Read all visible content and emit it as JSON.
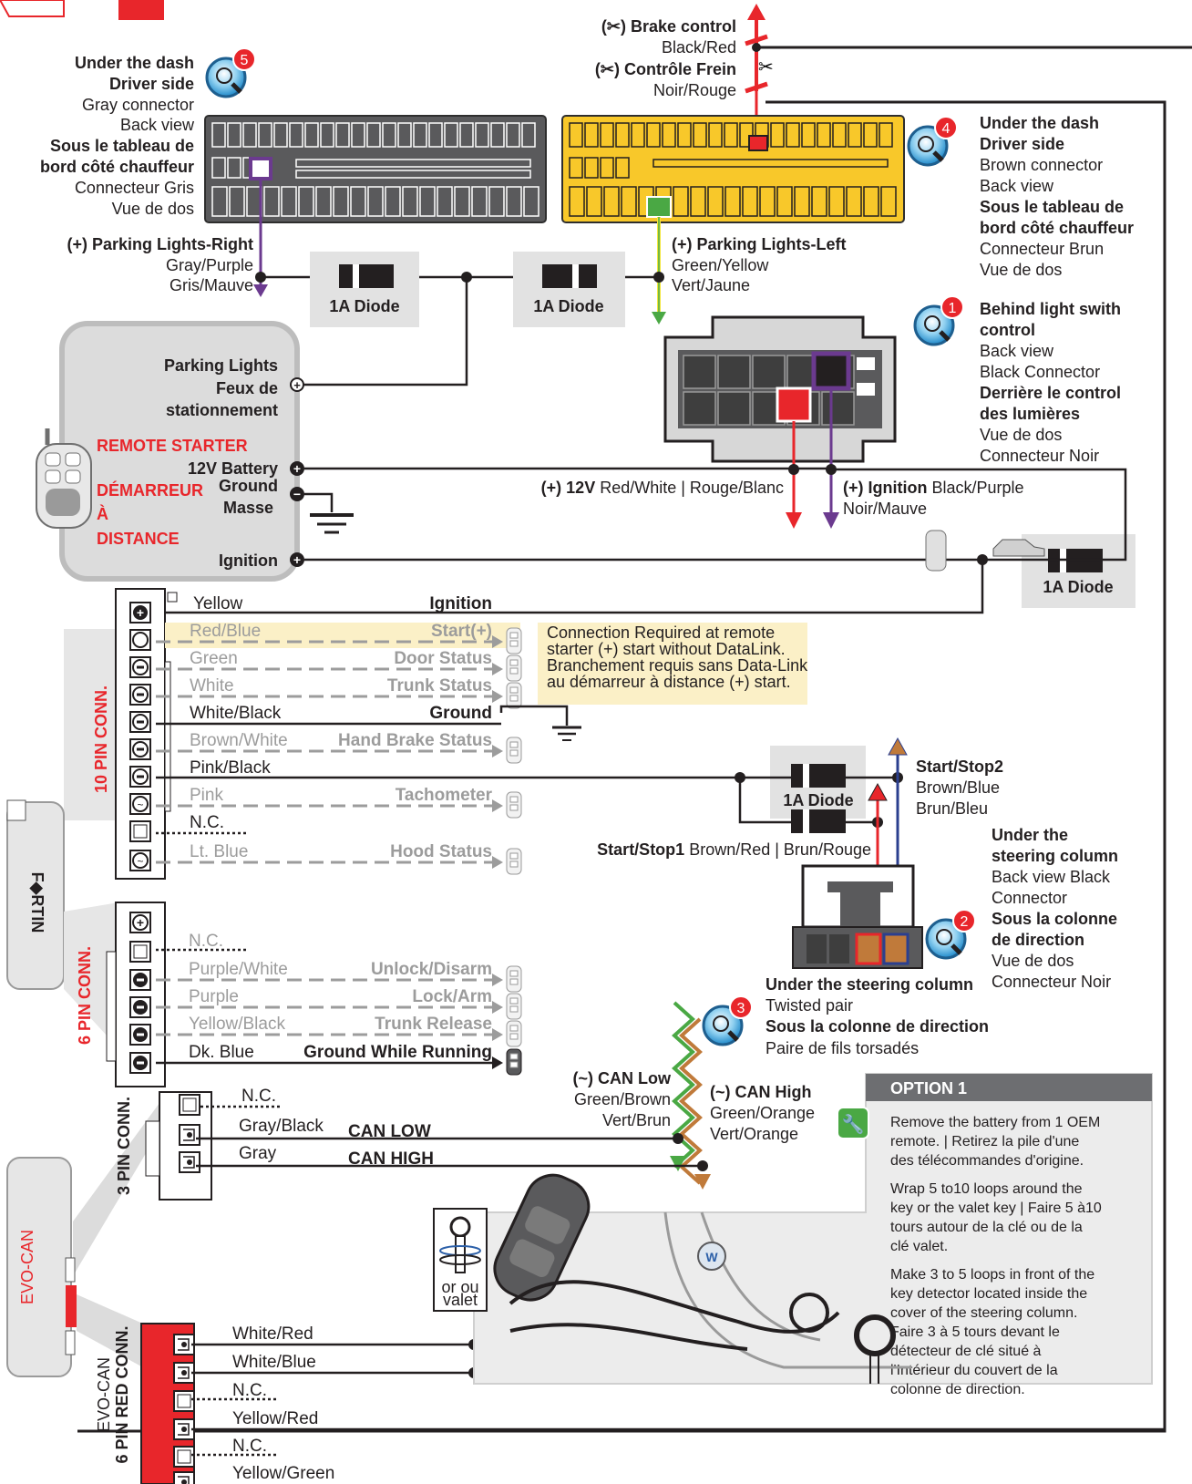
{
  "brake": {
    "l1": "(✂) Brake control",
    "l2": "Black/Red",
    "l3": "(✂) Contrôle Frein",
    "l4": "Noir/Rouge"
  },
  "loc5": {
    "num": "5",
    "l1": "Under the dash",
    "l2": "Driver side",
    "l3": "Gray connector",
    "l4": "Back view",
    "l5": "Sous le tableau de",
    "l6": "bord côté chauffeur",
    "l7": "Connecteur Gris",
    "l8": "Vue de dos"
  },
  "loc4": {
    "num": "4",
    "l1": "Under the dash",
    "l2": "Driver side",
    "l3": "Brown connector",
    "l4": "Back view",
    "l5": "Sous le tableau de",
    "l6": "bord côté chauffeur",
    "l7": "Connecteur Brun",
    "l8": "Vue de dos"
  },
  "loc1": {
    "num": "1",
    "l1": "Behind light swith",
    "l2": "control",
    "l3": "Back view",
    "l4": "Black Connector",
    "l5": "Derrière le control",
    "l6": "des lumières",
    "l7": "Vue de dos",
    "l8": "Connecteur Noir"
  },
  "loc2": {
    "num": "2",
    "l1": "Under the",
    "l2": "steering column",
    "l3": "Back view Black",
    "l4": "Connector",
    "l5": "Sous la colonne",
    "l6": "de direction",
    "l7": "Vue de dos",
    "l8": "Connecteur Noir"
  },
  "loc3": {
    "num": "3",
    "l1": "Under the steering column",
    "l2": "Twisted pair",
    "l3": "Sous la colonne de direction",
    "l4": "Paire de fils torsadés"
  },
  "plr": {
    "l1": "(+) Parking Lights-Right",
    "l2": "Gray/Purple",
    "l3": "Gris/Mauve"
  },
  "pll": {
    "l1": "(+) Parking Lights-Left",
    "l2": "Green/Yellow",
    "l3": "Vert/Jaune"
  },
  "diode_label": "1A Diode",
  "rs": {
    "pl1": "Parking Lights",
    "pl2": "Feux de",
    "pl3": "stationnement",
    "rs1": "REMOTE STARTER",
    "bat": "12V Battery",
    "rs2": "DÉMARREUR",
    "gnd": "Ground",
    "rs3": "À",
    "masse": "Masse",
    "rs4": "DISTANCE",
    "ign": "Ignition"
  },
  "w12v": {
    "bold": "(+) 12V",
    "rest": "Red/White | Rouge/Blanc"
  },
  "wign": {
    "bold": "(+) Ignition",
    "rest": "Black/Purple",
    "l2": "Noir/Mauve"
  },
  "conn10": {
    "title": "10 PIN CONN.",
    "rows": [
      {
        "wire": "Yellow",
        "func": "Ignition"
      },
      {
        "wire": "Red/Blue",
        "func": "Start(+)"
      },
      {
        "wire": "Green",
        "func": "Door Status"
      },
      {
        "wire": "White",
        "func": "Trunk Status"
      },
      {
        "wire": "White/Black",
        "func": "Ground"
      },
      {
        "wire": "Brown/White",
        "func": "Hand Brake Status"
      },
      {
        "wire": "Pink/Black",
        "func": ""
      },
      {
        "wire": "Pink",
        "func": "Tachometer"
      },
      {
        "wire": "N.C.",
        "func": ""
      },
      {
        "wire": "Lt. Blue",
        "func": "Hood Status"
      }
    ]
  },
  "note": {
    "l1": "Connection Required at remote",
    "l2": "starter (+) start without DataLink.",
    "l3": "Branchement requis sans Data-Link",
    "l4": "au démarreur à distance (+) start."
  },
  "ss2": {
    "l1": "Start/Stop2",
    "l2": "Brown/Blue",
    "l3": "Brun/Bleu"
  },
  "ss1": {
    "bold": "Start/Stop1",
    "rest": "Brown/Red | Brun/Rouge"
  },
  "conn6": {
    "title": "6 PIN CONN.",
    "rows": [
      {
        "wire": "N.C.",
        "func": ""
      },
      {
        "wire": "Purple/White",
        "func": "Unlock/Disarm"
      },
      {
        "wire": "Purple",
        "func": "Lock/Arm"
      },
      {
        "wire": "Yellow/Black",
        "func": "Trunk Release"
      },
      {
        "wire": "Dk. Blue",
        "func": "Ground While Running"
      }
    ]
  },
  "canlow": {
    "l1": "(~) CAN Low",
    "l2": "Green/Brown",
    "l3": "Vert/Brun"
  },
  "canhigh": {
    "l1": "(~) CAN High",
    "l2": "Green/Orange",
    "l3": "Vert/Orange"
  },
  "conn3": {
    "title": "3 PIN CONN.",
    "rows": [
      {
        "wire": "N.C.",
        "func": ""
      },
      {
        "wire": "Gray/Black",
        "func": "CAN LOW"
      },
      {
        "wire": "Gray",
        "func": "CAN HIGH"
      }
    ]
  },
  "evocan": {
    "side": "EVO-CAN",
    "c1": "EVO-CAN",
    "c2": "6 PIN RED CONN."
  },
  "conn6r": {
    "rows": [
      "White/Red",
      "White/Blue",
      "N.C.",
      "Yellow/Red",
      "N.C.",
      "Yellow/Green"
    ]
  },
  "fortin": "F◆RTIN",
  "option": {
    "title": "OPTION 1",
    "p1": [
      "Remove the battery from 1 OEM",
      "remote. | Retirez la pile d'une",
      "des télécommandes d'origine."
    ],
    "p2": [
      "Wrap 5 to10 loops around the",
      "key or the valet key | Faire 5 à10",
      "tours autour de la clé ou de la",
      "clé valet."
    ],
    "p3": [
      "Make 3 to 5 loops in front of the",
      "key detector located inside the",
      "cover of the steering column.",
      "Faire 3 à 5 tours devant le",
      "détecteur de clé situé à",
      "l'Intérieur du couvert de la",
      "colonne de direction."
    ],
    "valet1": "or ou",
    "valet2": "valet"
  },
  "colors": {
    "red": "#e8262b",
    "yellow": "#f8c82a",
    "purple": "#6b3a8f",
    "green": "#4aa844",
    "gray": "#5a5a5c",
    "blue": "#2b5fa8"
  }
}
